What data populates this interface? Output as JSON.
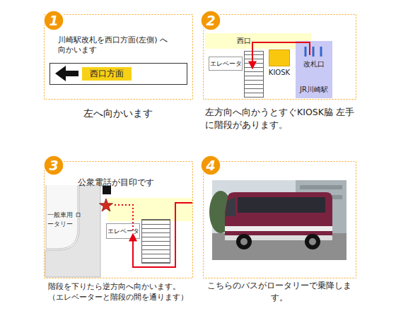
{
  "diagram": {
    "nodes": [
      {
        "text": [
          "1"
        ]
      },
      {
        "text": [
          "西口方面"
        ]
      },
      {
        "text": [
          "2"
        ]
      },
      {
        "text": [
          "西口"
        ]
      },
      {
        "text": [
          "エレベータ"
        ]
      },
      {
        "text": [
          "KIOSK"
        ]
      },
      {
        "text": [
          "改札口",
          "JR川崎駅"
        ]
      },
      {
        "text": [
          "3"
        ]
      },
      {
        "text": [
          "一般車用 ロータリー"
        ]
      },
      {
        "text": [
          "エレベータ"
        ]
      },
      {
        "text": [
          "4"
        ]
      }
    ],
    "labels": [
      "川崎駅改札を西口方面(左側) へ向かいます",
      "左へ向かいます",
      "左方向へ向かうとすぐKIOSK脇 左手に階段があります。",
      "公衆電話が目印です",
      "階段を下りたら逆方向へ向かいます。 （エレベーターと階段の間を通ります）",
      "こちらのバスがロータリーで乗降します。"
    ]
  }
}
